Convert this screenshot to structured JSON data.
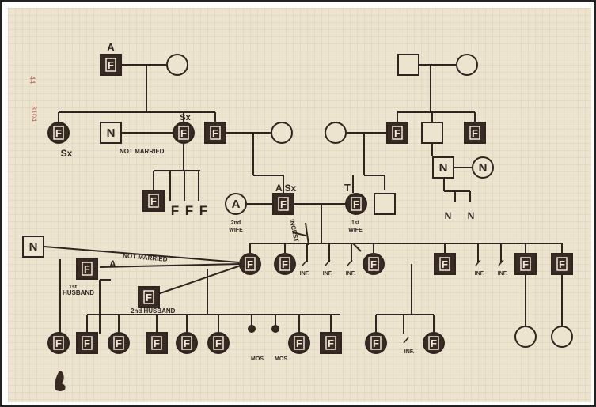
{
  "diagram": {
    "colors": {
      "paper": "#ede4cf",
      "grid": "#d6cab2",
      "ink": "#2e2520",
      "filled": "#3a2a24",
      "symbol_text": "#f2ead8",
      "margin_note": "#b06a5a"
    },
    "symbol_letters": {
      "F": "F",
      "N": "N",
      "A": "A"
    },
    "labels": {
      "top_a": "A",
      "sx_left": "Sx",
      "sx_mid": "Sx",
      "not_married_top": "NOT MARRIED",
      "a_sx": "A Sx",
      "t_label": "T",
      "second_wife_1": "2nd",
      "second_wife_2": "WIFE",
      "first_wife_1": "1st",
      "first_wife_2": "WIFE",
      "incest": "INCEST",
      "not_married_long": "NOT MARRIED",
      "a_husband": "A",
      "first_husband_1": "1st",
      "first_husband_2": "HUSBAND",
      "second_husband": "2nd HUSBAND",
      "inf": "INF.",
      "mos_1": "MOS.",
      "mos_2": "MOS.",
      "n_child": "N",
      "margin_note_1": "44",
      "margin_note_2": "3104"
    }
  }
}
